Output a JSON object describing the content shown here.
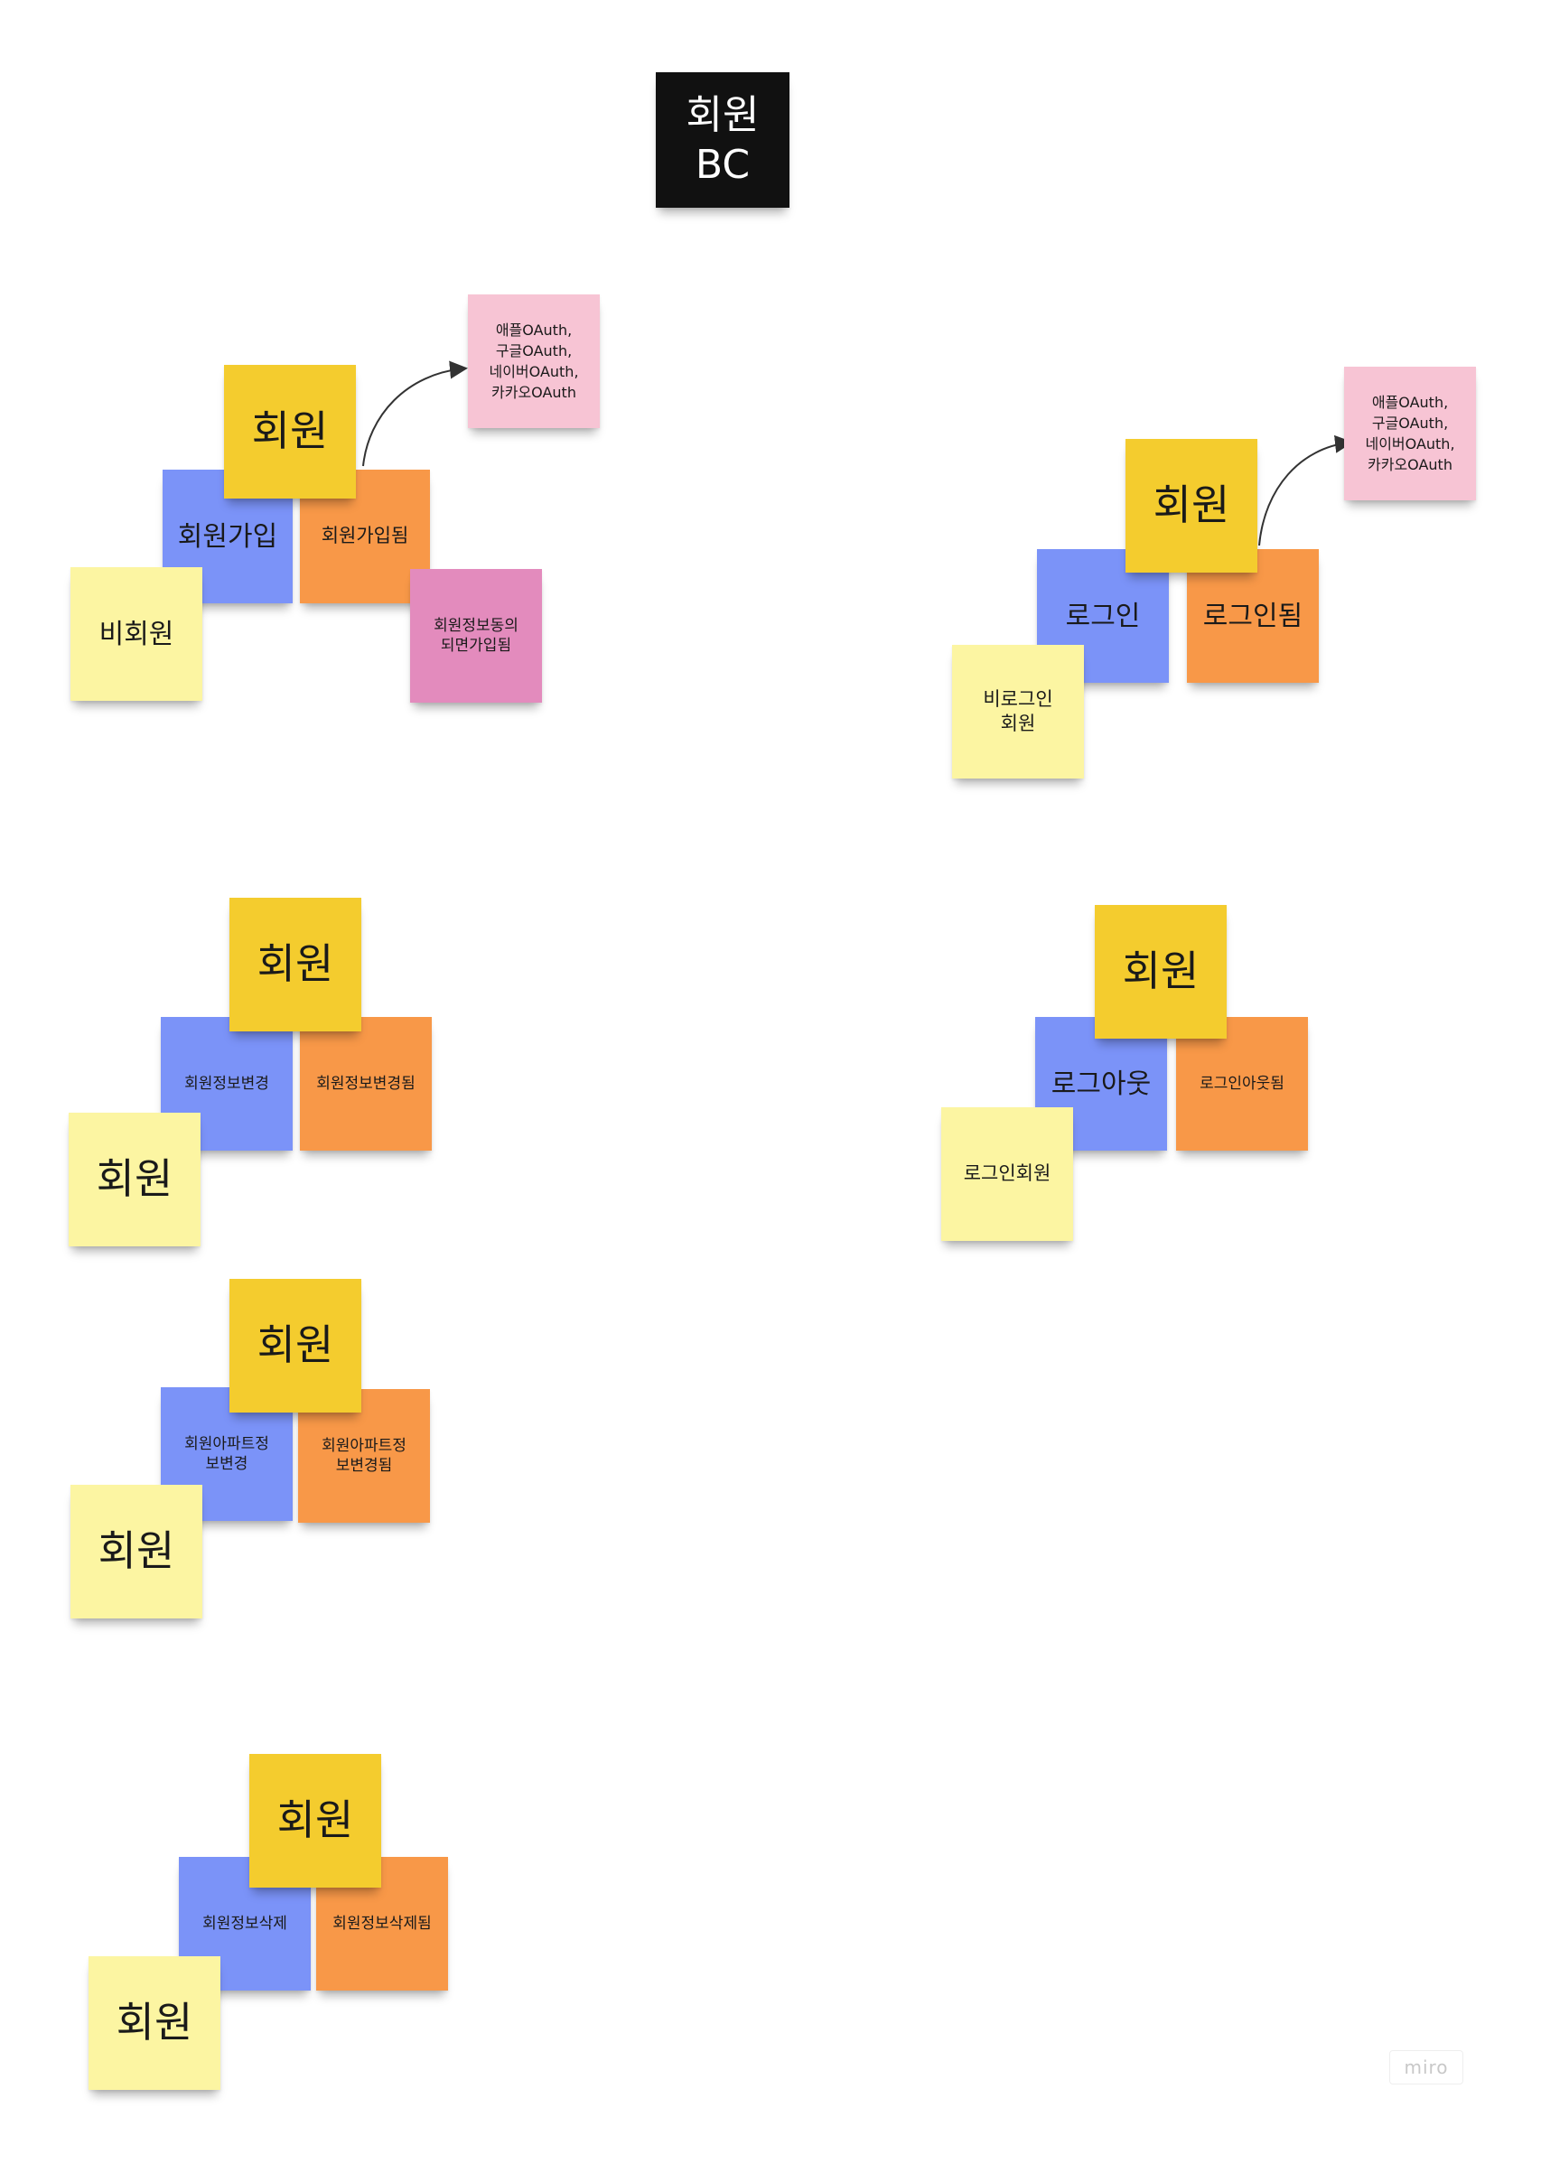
{
  "title": {
    "line1": "회원",
    "line2": "BC"
  },
  "clusters": {
    "signup": {
      "aggregate": "회원",
      "command": "회원가입",
      "event": "회원가입됨",
      "actor": "비회원",
      "policy": "회원정보동의\n되면가입됨",
      "note": "애플OAuth,\n구글OAuth,\n네이버OAuth,\n카카오OAuth"
    },
    "login": {
      "aggregate": "회원",
      "command": "로그인",
      "event": "로그인됨",
      "actor": "비로그인\n회원",
      "note": "애플OAuth,\n구글OAuth,\n네이버OAuth,\n카카오OAuth"
    },
    "update_info": {
      "aggregate": "회원",
      "command": "회원정보변경",
      "event": "회원정보변경됨",
      "actor": "회원"
    },
    "logout": {
      "aggregate": "회원",
      "command": "로그아웃",
      "event": "로그인아웃됨",
      "actor": "로그인회원"
    },
    "update_apartment": {
      "aggregate": "회원",
      "command": "회원아파트정\n보변경",
      "event": "회원아파트정\n보변경됨",
      "actor": "회원"
    },
    "delete_info": {
      "aggregate": "회원",
      "command": "회원정보삭제",
      "event": "회원정보삭제됨",
      "actor": "회원"
    }
  },
  "watermark": "miro",
  "colors": {
    "aggregate": "#f4cc2e",
    "command": "#7b93f8",
    "event": "#f89848",
    "actor": "#fcf5a2",
    "note": "#f7c4d4",
    "policy": "#e38bbd",
    "title": "#111111"
  }
}
